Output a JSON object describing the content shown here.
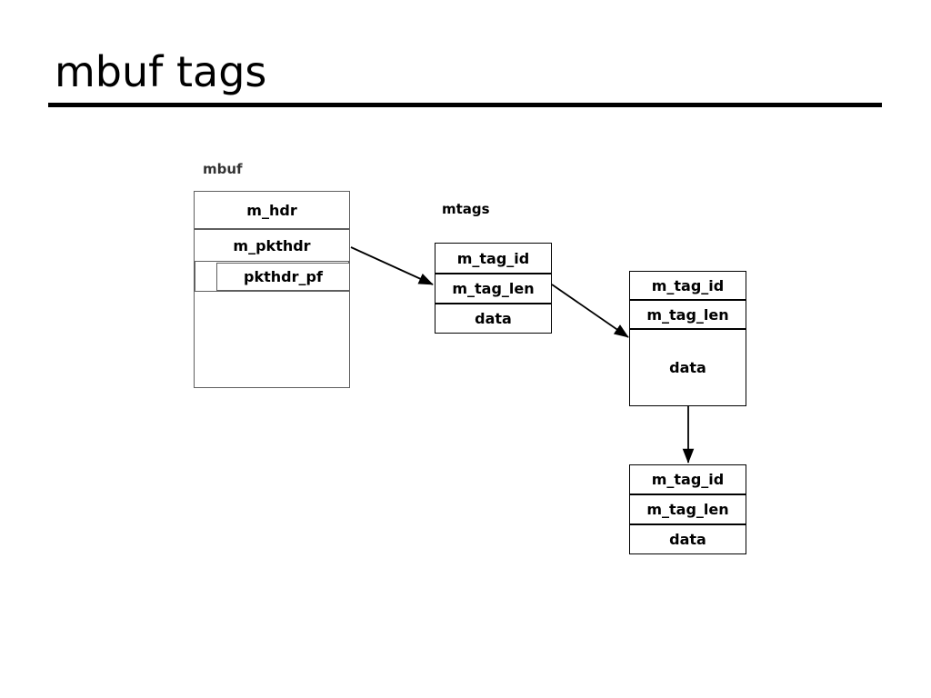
{
  "slide": {
    "title": "mbuf tags"
  },
  "diagram": {
    "mbuf_caption": "mbuf",
    "mtags_caption": "mtags",
    "mbuf_struct": {
      "rows": [
        {
          "label": "m_hdr"
        },
        {
          "label": "m_pkthdr"
        },
        {
          "label": "pkthdr_pf"
        },
        {
          "label": ""
        }
      ]
    },
    "tag_structs": [
      {
        "name": "first-mtag",
        "rows": [
          {
            "label": "m_tag_id"
          },
          {
            "label": "m_tag_len"
          },
          {
            "label": "data"
          }
        ]
      },
      {
        "name": "second-mtag",
        "rows": [
          {
            "label": "m_tag_id"
          },
          {
            "label": "m_tag_len"
          },
          {
            "label": "data"
          }
        ]
      },
      {
        "name": "third-mtag",
        "rows": [
          {
            "label": "m_tag_id"
          },
          {
            "label": "m_tag_len"
          },
          {
            "label": "data"
          }
        ]
      }
    ],
    "connectors": [
      {
        "name": "mbuf-to-first-tag",
        "kind": "diagonal-arrow"
      },
      {
        "name": "first-tag-to-second-tag",
        "kind": "diagonal-arrow"
      },
      {
        "name": "second-tag-to-third-tag",
        "kind": "vertical-arrow"
      }
    ]
  },
  "colors": {
    "rule": "#000000",
    "mbuf_border": "#5f5f5f",
    "tag_border": "#000000",
    "text": "#000000",
    "caption_gray": "#333333",
    "background": "#ffffff"
  }
}
